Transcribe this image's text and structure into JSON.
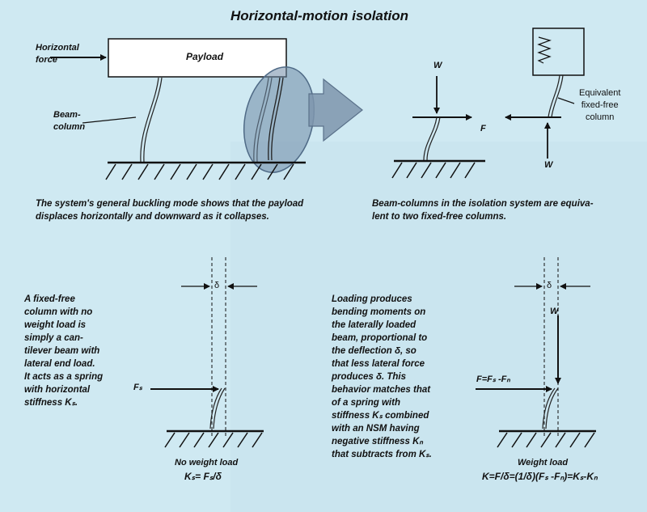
{
  "title": "Horizontal-motion isolation",
  "top_left": {
    "horizontal_force_label": "Horizontal\nforce",
    "payload_label": "Payload",
    "beam_column_label": "Beam-\ncolumn",
    "caption": "The system's general buckling mode shows that the payload\ndisplaces horizontally and downward as it collapses."
  },
  "top_right": {
    "w_label": "W",
    "f_label": "F",
    "w_bottom_label": "W",
    "equivalent_label": "Equivalent\nfixed-free\ncolumn",
    "caption": "Beam-columns in the isolation system are equiva-\nlent to two fixed-free columns."
  },
  "bottom_left": {
    "text": "A fixed-free\ncolumn with no\nweight load is\nsimply a can-\ntilever beam with\nlateral end load.\nIt acts as a spring\nwith horizontal\nstiffness Kₛ.",
    "delta_label": "δ",
    "fs_label": "Fₛ",
    "caption": "No weight load",
    "formula": "Kₛ= Fₛ/δ"
  },
  "bottom_right": {
    "text": "Loading produces\nbending moments on\nthe laterally loaded\nbeam, proportional to\nthe deflection δ, so\nthat less lateral force\nproduces δ. This\nbehavior matches that\nof a spring with\nstiffness Kₛ combined\nwith an NSM having\nnegative stiffness Kₙ\nthat subtracts from Kₛ.",
    "delta_label": "δ",
    "w_label": "W",
    "f_label": "F=Fₛ -Fₙ",
    "caption": "Weight load",
    "formula": "K=F/δ=(1/δ)(Fₛ -Fₙ)=Kₛ-Kₙ"
  }
}
